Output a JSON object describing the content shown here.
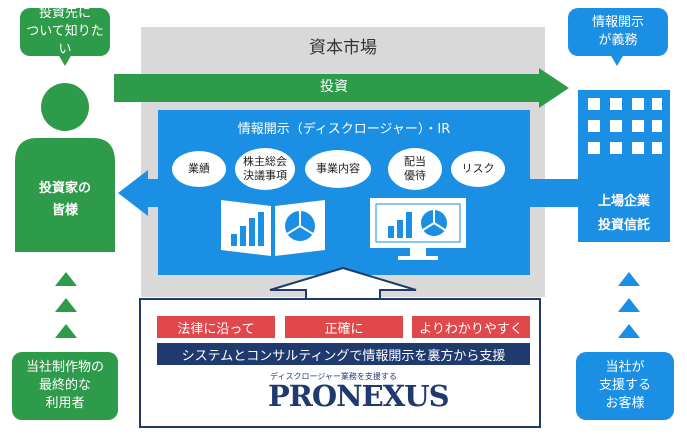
{
  "investor_bubble": {
    "line1": "投資先に",
    "line2": "ついて知りたい"
  },
  "investor": {
    "line1": "投資家の",
    "line2": "皆様"
  },
  "end_user": {
    "line1": "当社制作物の",
    "line2": "最終的な",
    "line3": "利用者"
  },
  "issuer_bubble": {
    "line1": "情報開示",
    "line2": "が義務"
  },
  "issuer": {
    "line1": "上場企業",
    "line2": "投資信託"
  },
  "client": {
    "line1": "当社が",
    "line2": "支援する",
    "line3": "お客様"
  },
  "market": {
    "title": "資本市場",
    "investment_label": "投資"
  },
  "disclosure": {
    "title": "情報開示（ディスクロージャー）・IR",
    "topics": [
      {
        "line1": "業績",
        "line2": ""
      },
      {
        "line1": "株主総会",
        "line2": "決議事項"
      },
      {
        "line1": "事業内容",
        "line2": ""
      },
      {
        "line1": "配当",
        "line2": "優待"
      },
      {
        "line1": "リスク",
        "line2": ""
      }
    ]
  },
  "pronexus": {
    "values": [
      "法律に沿って",
      "正確に",
      "よりわかりやすく"
    ],
    "support": "システムとコンサルティングで情報開示を裏方から支援",
    "tagline": "ディスクロージャー業務を支援する",
    "logo": "PRONEXUS"
  },
  "colors": {
    "green": "#2e9b4a",
    "blue": "#1a8fe3",
    "gray": "#d8d8d8",
    "red": "#e0484b",
    "navy": "#1f3a6e"
  }
}
